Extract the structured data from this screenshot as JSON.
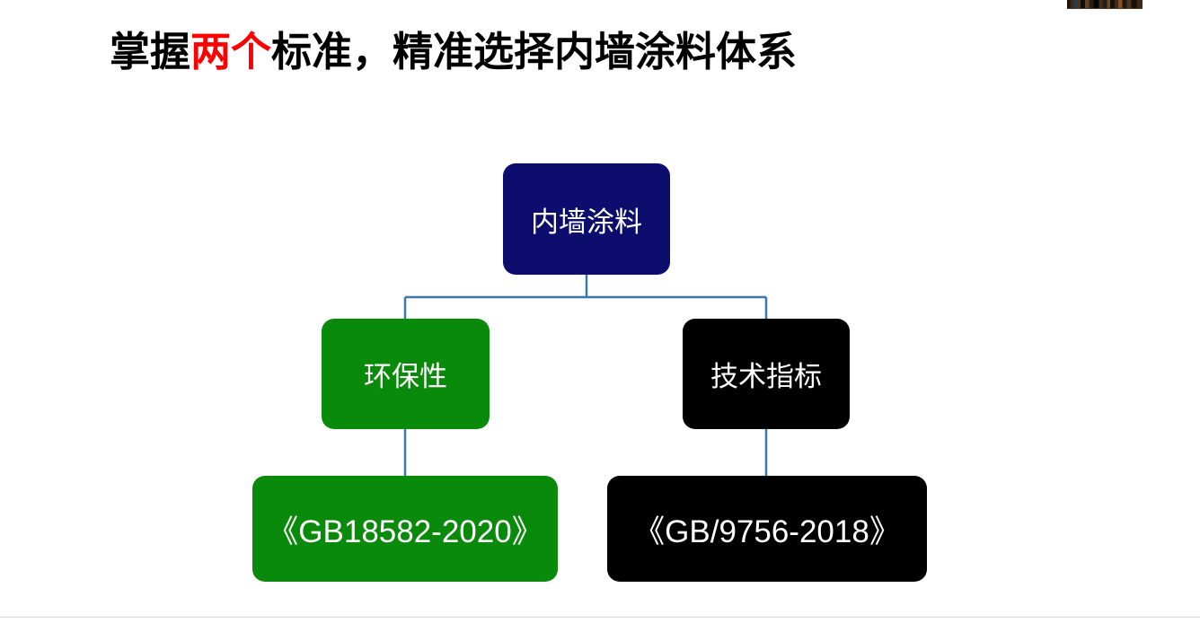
{
  "slide": {
    "title": {
      "lead": "掌握",
      "accent": "两个",
      "tail": "标准，精准选择内墙涂料体系",
      "accent_color": "#ff0000",
      "text_color": "#000000"
    },
    "background": "#ffffff"
  },
  "diagram": {
    "type": "tree",
    "connector_color": "#3d77a8",
    "nodes": [
      {
        "id": "root",
        "label": "内墙涂料",
        "fill": "#0d0d6e",
        "text_color": "#ffffff"
      },
      {
        "id": "env",
        "label": "环保性",
        "fill": "#0a8a0a",
        "text_color": "#ffffff"
      },
      {
        "id": "tech",
        "label": "技术指标",
        "fill": "#000000",
        "text_color": "#ffffff"
      },
      {
        "id": "std-env",
        "label": "《GB18582-2020》",
        "fill": "#0a8a0a",
        "text_color": "#ffffff"
      },
      {
        "id": "std-tech",
        "label": "《GB/9756-2018》",
        "fill": "#000000",
        "text_color": "#ffffff"
      }
    ],
    "edges": [
      {
        "from": "root",
        "to": "env"
      },
      {
        "from": "root",
        "to": "tech"
      },
      {
        "from": "env",
        "to": "std-env"
      },
      {
        "from": "tech",
        "to": "std-tech"
      }
    ]
  }
}
